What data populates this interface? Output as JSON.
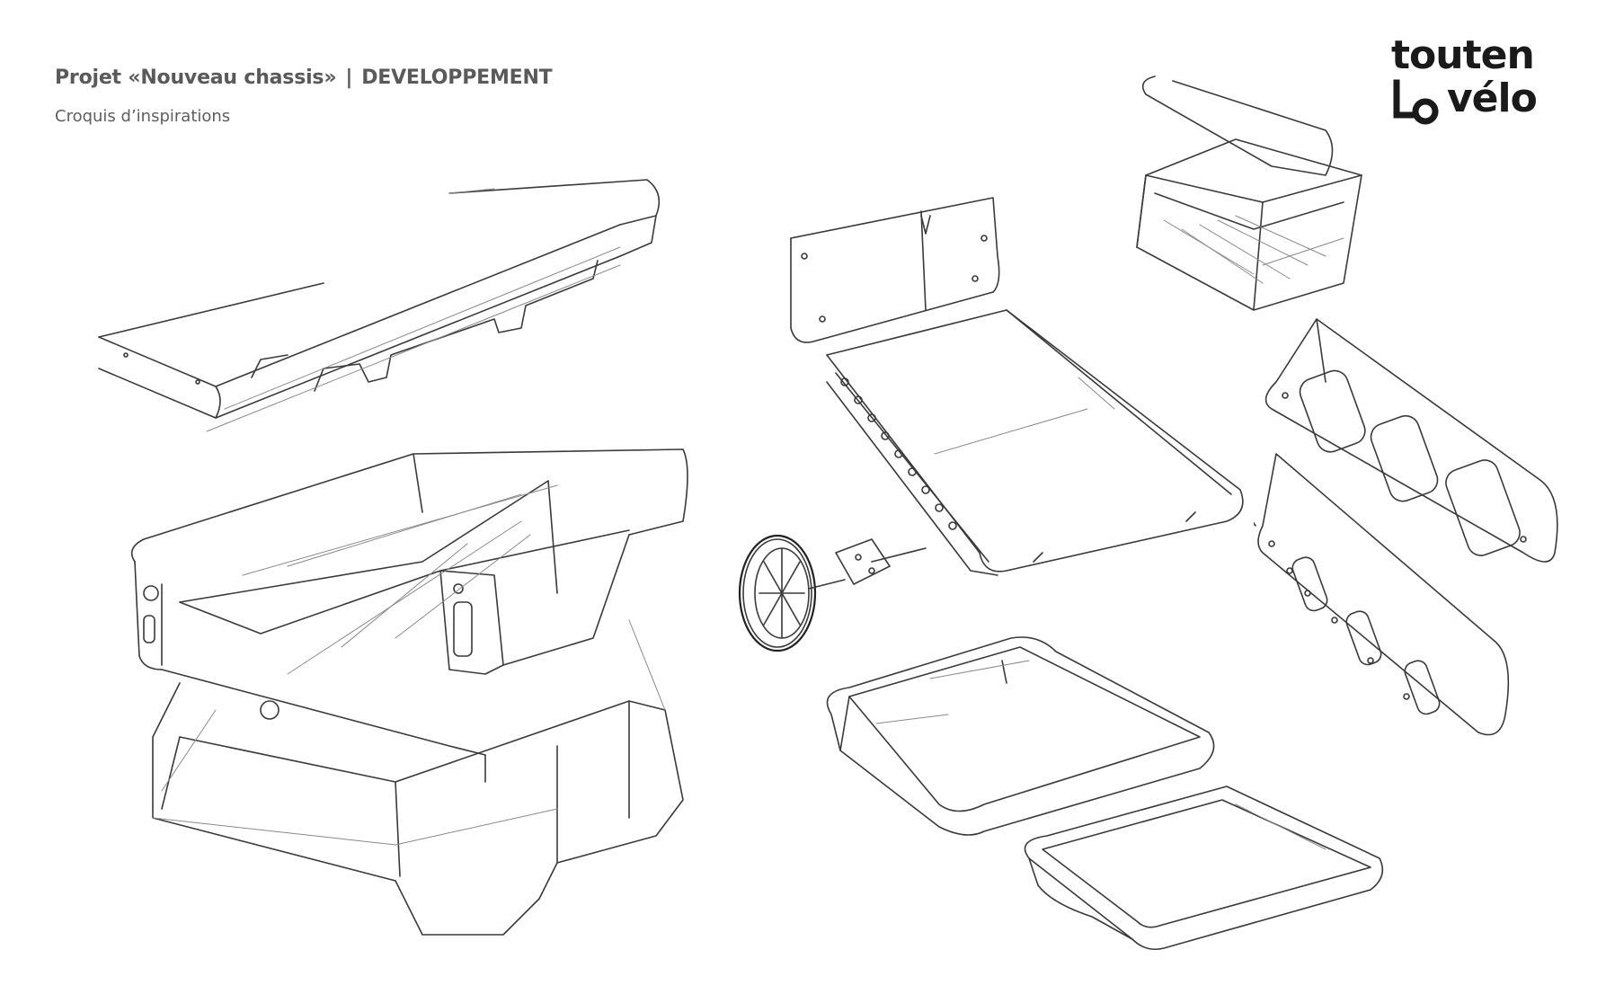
{
  "header": {
    "project": "Projet «Nouveau chassis»",
    "separator": "|",
    "section": "DEVELOPPEMENT",
    "subtitle": "Croquis d’inspirations"
  },
  "logo": {
    "line1": "touten",
    "line2": "vélo",
    "color": "#1a1a1a"
  },
  "colors": {
    "title": "#5a5a5a",
    "sketch_stroke": "#3a3a3a"
  }
}
